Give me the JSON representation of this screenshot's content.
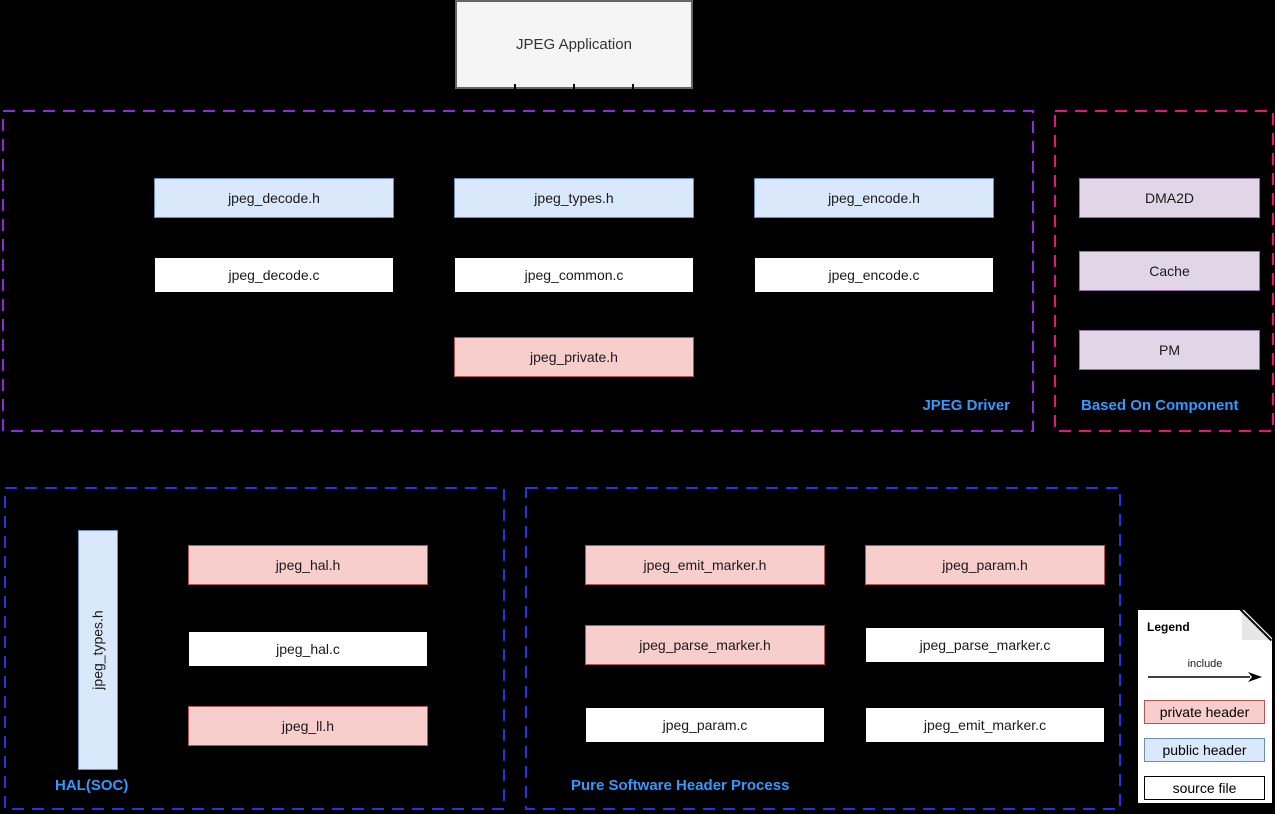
{
  "app": {
    "label": "JPEG Application"
  },
  "driver": {
    "label": "JPEG Driver",
    "decode_h": "jpeg_decode.h",
    "types_h": "jpeg_types.h",
    "encode_h": "jpeg_encode.h",
    "decode_c": "jpeg_decode.c",
    "common_c": "jpeg_common.c",
    "encode_c": "jpeg_encode.c",
    "private_h": "jpeg_private.h"
  },
  "based_on": {
    "label": "Based On Component",
    "items": [
      "DMA2D",
      "Cache",
      "PM"
    ]
  },
  "hal": {
    "label": "HAL(SOC)",
    "types_h": "jpeg_types.h",
    "hal_h": "jpeg_hal.h",
    "hal_c": "jpeg_hal.c",
    "ll_h": "jpeg_ll.h"
  },
  "pure": {
    "label": "Pure Software Header Process",
    "emit_marker_h": "jpeg_emit_marker.h",
    "param_h": "jpeg_param.h",
    "parse_marker_h": "jpeg_parse_marker.h",
    "parse_marker_c": "jpeg_parse_marker.c",
    "param_c": "jpeg_param.c",
    "emit_marker_c": "jpeg_emit_marker.c"
  },
  "legend": {
    "title": "Legend",
    "include_label": "include",
    "private_header": "private header",
    "public_header": "public header",
    "source_file": "source file"
  },
  "colors": {
    "background": "#000000",
    "public_header_fill": "#dae8fc",
    "public_header_stroke": "#6c8ebf",
    "private_header_fill": "#f8cecc",
    "private_header_stroke": "#b85450",
    "component_fill": "#e1d5e7",
    "component_stroke": "#9673a6",
    "source_file_fill": "#ffffff",
    "app_box_fill": "#f5f5f5",
    "driver_group_border": "#8e2ae2",
    "based_on_group_border": "#e0187e",
    "bottom_groups_border": "#2433e8",
    "group_label_color": "#3399ff"
  }
}
